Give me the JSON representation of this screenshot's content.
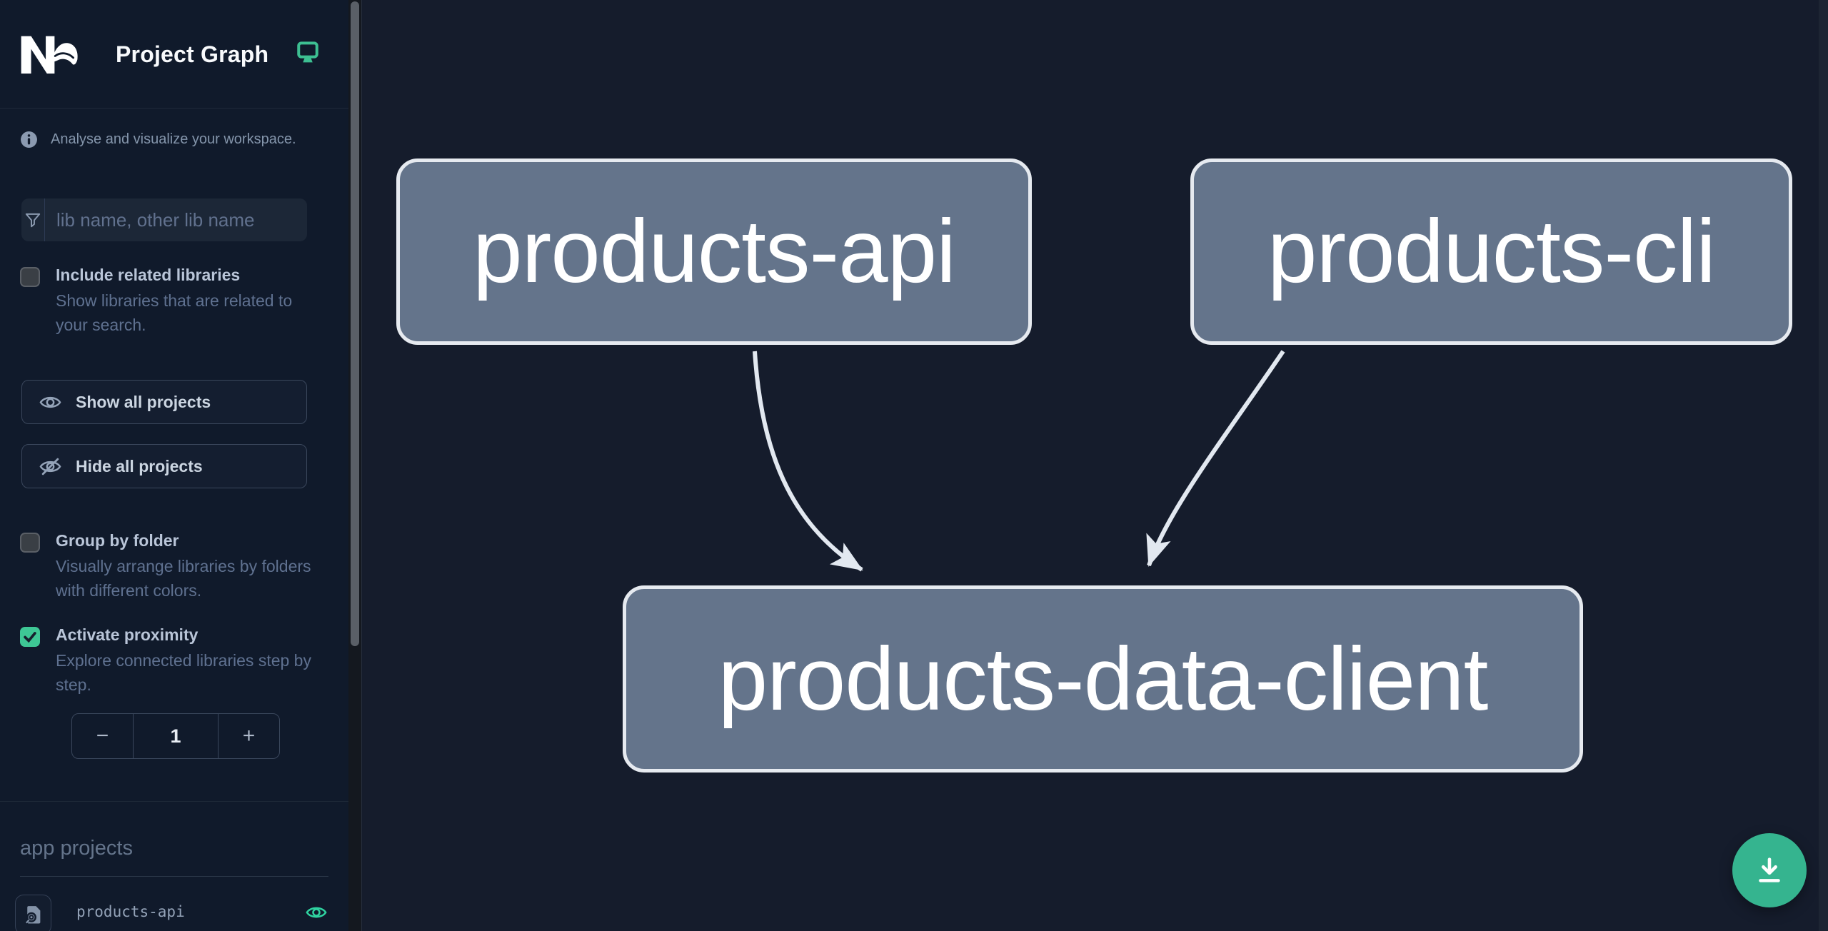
{
  "header": {
    "title": "Project Graph",
    "logo": "nx-logo",
    "monitor_icon": "monitor-icon"
  },
  "sidebar": {
    "tagline": "Analyse and visualize your workspace.",
    "filter": {
      "placeholder": "lib name, other lib name",
      "value": "",
      "icon": "funnel-icon"
    },
    "checkboxes": [
      {
        "label": "Include related libraries",
        "description": "Show libraries that are related to your search.",
        "checked": false
      },
      {
        "label": "Group by folder",
        "description": "Visually arrange libraries by folders with different colors.",
        "checked": false
      },
      {
        "label": "Activate proximity",
        "description": "Explore connected libraries step by step.",
        "checked": true
      }
    ],
    "buttons": [
      {
        "label": "Show all projects",
        "icon": "eye-icon"
      },
      {
        "label": "Hide all projects",
        "icon": "eye-off-icon"
      }
    ],
    "stepper": {
      "decrement": "−",
      "value": "1",
      "increment": "+"
    },
    "section": {
      "heading": "app projects",
      "items": [
        {
          "name": "products-api",
          "focus_icon": "focus-project-icon",
          "visibility_icon": "eye-icon"
        }
      ]
    }
  },
  "graph": {
    "nodes": [
      {
        "label": "products-api"
      },
      {
        "label": "products-cli"
      },
      {
        "label": "products-data-client"
      }
    ],
    "edges": [
      {
        "from": "products-api",
        "to": "products-data-client"
      },
      {
        "from": "products-cli",
        "to": "products-data-client"
      }
    ]
  },
  "fab": {
    "icon": "download-icon"
  },
  "colors": {
    "sidebar_bg": "#101a2b",
    "canvas_bg": "#151c2c",
    "node_fill": "#64748b",
    "node_border": "#e6eaf0",
    "edge": "#e2e8f0",
    "accent_green": "#3ec795",
    "eye_green": "#2fd3a0",
    "fab_green": "#35b48f"
  }
}
